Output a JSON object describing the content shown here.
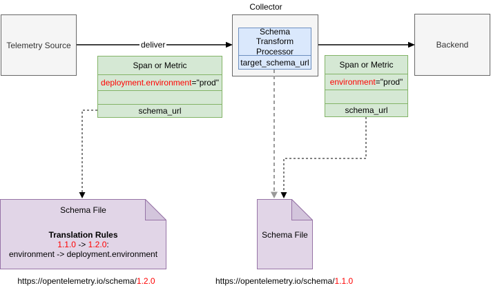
{
  "diagram": {
    "collector_label": "Collector",
    "telemetry_source_label": "Telemetry Source",
    "backend_label": "Backend",
    "deliver_label": "deliver",
    "processor": {
      "title": "Schema Transform Processor",
      "field": "target_schema_url"
    },
    "left_record": {
      "title": "Span or Metric",
      "attr_name": "deployment.environment",
      "attr_value": "=\"prod\"",
      "field": "schema_url"
    },
    "right_record": {
      "title": "Span or Metric",
      "attr_name": "environment",
      "attr_value": "=\"prod\"",
      "field": "schema_url"
    },
    "left_schema_file": {
      "title": "Schema File",
      "rules_heading": "Translation Rules",
      "from_version": "1.1.0",
      "arrow": "->",
      "to_version": "1.2.0",
      "colon": ":",
      "mapping": "environment -> deployment.environment"
    },
    "center_schema_file": {
      "title": "Schema File"
    },
    "left_url": {
      "base": "https://opentelemetry.io/schema/",
      "version": "1.2.0"
    },
    "right_url": {
      "base": "https://opentelemetry.io/schema/",
      "version": "1.1.0"
    }
  },
  "colors": {
    "red_text": "#ff0000",
    "node_fill": "#f5f5f5",
    "node_stroke": "#666666",
    "processor_fill": "#dae8fc",
    "processor_stroke": "#6c8ebf",
    "record_fill": "#d5e8d4",
    "record_stroke": "#82b366",
    "schema_file_fill": "#e1d5e7",
    "schema_file_fold_fill": "#d3c5dc",
    "schema_file_stroke": "#9673a6",
    "gray_connector": "#999999",
    "black_connector": "#000000"
  }
}
